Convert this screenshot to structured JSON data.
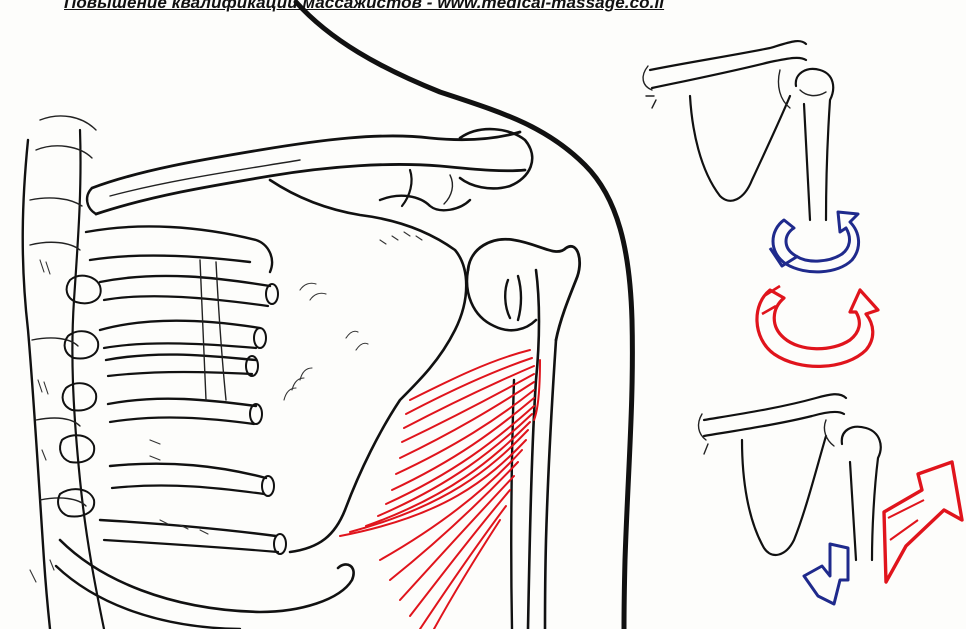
{
  "caption": "Повышение квалификации массажистов - www.medical-massage.co.il",
  "colors": {
    "outline": "#111111",
    "muscle": "#e0141c",
    "arrow_external": "#e0141c",
    "arrow_internal": "#1f2a8c",
    "background": "#fdfdfb"
  },
  "figures": [
    {
      "name": "shoulder-anatomy-illustration"
    },
    {
      "name": "humerus-rotation-diagram"
    },
    {
      "name": "scapula-movement-diagram"
    }
  ]
}
